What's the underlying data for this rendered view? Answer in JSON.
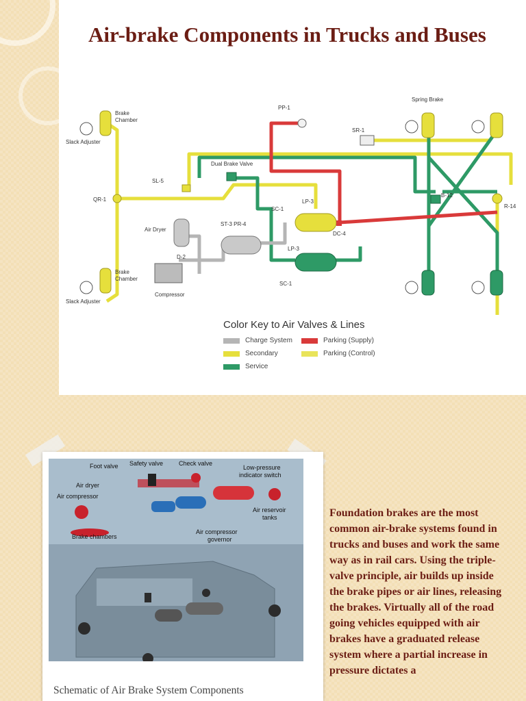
{
  "title": "Air-brake Components in Trucks and Buses",
  "diagram": {
    "labels": {
      "brake_chamber_top": [
        "Brake",
        "Chamber"
      ],
      "slack_adjuster_top": "Slack Adjuster",
      "qr1": "QR-1",
      "brake_chamber_bottom": [
        "Brake",
        "Chamber"
      ],
      "slack_adjuster_bottom": "Slack Adjuster",
      "pp1": "PP-1",
      "dual_brake_valve": "Dual Brake Valve",
      "sl5": "SL-5",
      "air_dryer": "Air Dryer",
      "d2": "D-2",
      "compressor": "Compressor",
      "st3_pr4": "ST-3  PR-4",
      "sc1_top": "SC-1",
      "lp3_top": "LP-3",
      "dc4": "DC-4",
      "lp3_bottom": "LP-3",
      "sc1_bottom": "SC-1",
      "sr1": "SR-1",
      "spring_brake": "Spring Brake",
      "b12": "B-12",
      "r14": "R-14"
    }
  },
  "color_key": {
    "title": "Color Key to Air Valves & Lines",
    "items": [
      {
        "label": "Charge System",
        "color": "#b5b5b5"
      },
      {
        "label": "Parking (Supply)",
        "color": "#d93a3a"
      },
      {
        "label": "Secondary",
        "color": "#e6df3c"
      },
      {
        "label": "Parking (Control)",
        "color": "#e9e45a"
      },
      {
        "label": "Service",
        "color": "#2e9a66"
      }
    ]
  },
  "photo": {
    "labels": {
      "foot_valve": "Foot valve",
      "safety_valve": "Safety valve",
      "check_valve": "Check valve",
      "low_pressure_1": "Low-pressure",
      "low_pressure_2": "indicator switch",
      "air_dryer": "Air dryer",
      "air_compressor": "Air compressor",
      "air_reservoir_1": "Air reservoir",
      "air_reservoir_2": "tanks",
      "governor_1": "Air compressor",
      "governor_2": "governor",
      "brake_chambers": "Brake chambers"
    },
    "caption": "Schematic of Air Brake System Components"
  },
  "body_text": "Foundation brakes are the most common air-brake systems found in trucks and buses and work the same way as in rail cars. Using the triple-valve principle, air builds up inside the brake pipes or air lines, releasing the brakes. Virtually all of the road going vehicles equipped with air brakes have a graduated release system where a partial increase in pressure dictates a"
}
